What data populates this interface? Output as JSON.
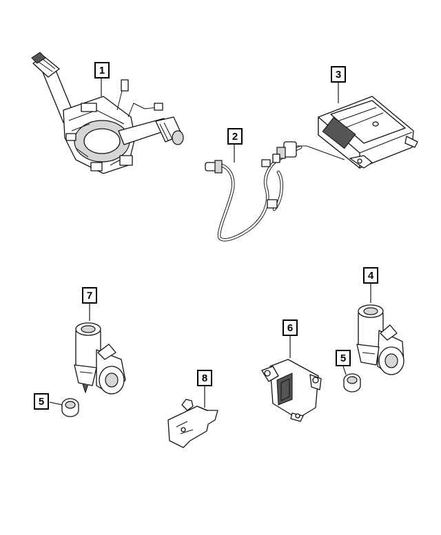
{
  "callouts": [
    {
      "id": "c1",
      "label": "1"
    },
    {
      "id": "c2",
      "label": "2"
    },
    {
      "id": "c3",
      "label": "3"
    },
    {
      "id": "c4",
      "label": "4"
    },
    {
      "id": "c5a",
      "label": "5"
    },
    {
      "id": "c5b",
      "label": "5"
    },
    {
      "id": "c6",
      "label": "6"
    },
    {
      "id": "c7",
      "label": "7"
    },
    {
      "id": "c8",
      "label": "8"
    }
  ]
}
